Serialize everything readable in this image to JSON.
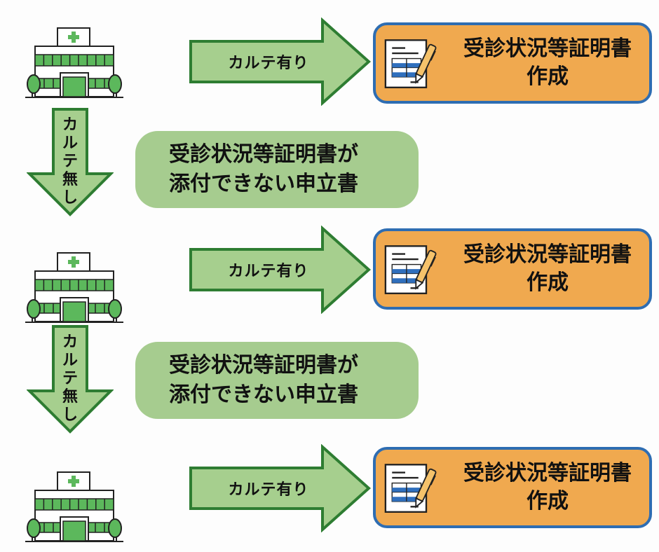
{
  "colors": {
    "hospital_green": "#5cb85c",
    "arrow_fill": "#a6cf8e",
    "arrow_stroke": "#2e7d32",
    "result_fill": "#f0a94f",
    "result_border": "#2e6db2",
    "note_fill": "#a6cc8f",
    "table_blue": "#2f6fbd"
  },
  "icons": {
    "hospital": "hospital-building-icon",
    "document": "document-with-pen-icon"
  },
  "rows": [
    {
      "yes_arrow_label": "カルテ有り",
      "result_line1": "受診状況等証明書",
      "result_line2": "作成"
    },
    {
      "yes_arrow_label": "カルテ有り",
      "result_line1": "受診状況等証明書",
      "result_line2": "作成"
    },
    {
      "yes_arrow_label": "カルテ有り",
      "result_line1": "受診状況等証明書",
      "result_line2": "作成"
    }
  ],
  "transitions": [
    {
      "no_arrow_chars": [
        "カ",
        "ル",
        "テ",
        "無",
        "し"
      ],
      "note_line1": "受診状況等証明書が",
      "note_line2": "添付できない申立書"
    },
    {
      "no_arrow_chars": [
        "カ",
        "ル",
        "テ",
        "無",
        "し"
      ],
      "note_line1": "受診状況等証明書が",
      "note_line2": "添付できない申立書"
    }
  ]
}
